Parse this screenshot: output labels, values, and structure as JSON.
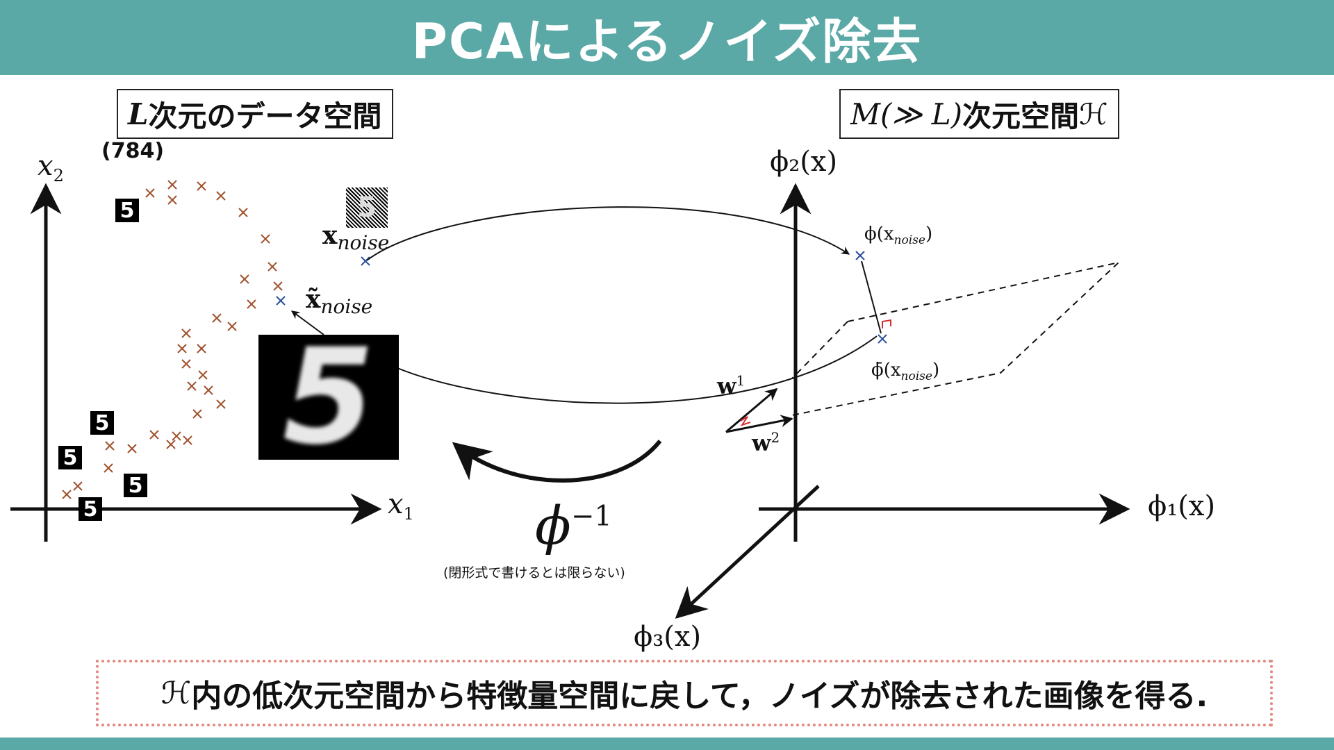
{
  "slide": {
    "title": "PCAによるノイズ除去",
    "left_box": "L次元のデータ空間",
    "left_box_var": "L",
    "left_box_rest": "次元のデータ空間",
    "dim_note": "(784)",
    "right_box_var": "M(≫ L)",
    "right_box_rest": "次元空間",
    "right_box_symbol": "ℋ",
    "axis_x1": "x",
    "axis_x1_sub": "1",
    "axis_x2": "x",
    "axis_x2_sub": "2",
    "phi1": "ϕ₁(x)",
    "phi2": "ϕ₂(x)",
    "phi3": "ϕ₃(x)",
    "x_noise": "x",
    "x_noise_sub": "noise",
    "x_tilde_noise": "x̃",
    "x_tilde_noise_sub": "noise",
    "phi_x_noise": "ϕ(x",
    "phi_x_noise_sub": "noise",
    "phi_bar_x_noise": "ϕ̄(x",
    "phi_bar_x_noise_sub": "noise",
    "w1": "w",
    "w1_sup": "1",
    "w2": "w",
    "w2_sup": "2",
    "phi_inv": "ϕ",
    "phi_inv_sup": "−1",
    "closed_form_note": "(閉形式で書けるとは限らない)",
    "digit_label": "5",
    "conclusion_symbol": "ℋ",
    "conclusion_text": "内の低次元空間から特徴量空間に戻して，ノイズが除去された画像を得る."
  },
  "colors": {
    "header": "#5aa9a7",
    "cross": "#a0522d",
    "blue_cross": "#2a4f9a",
    "conclusion_border": "#e3887e",
    "red_mark": "#d32f2f"
  }
}
